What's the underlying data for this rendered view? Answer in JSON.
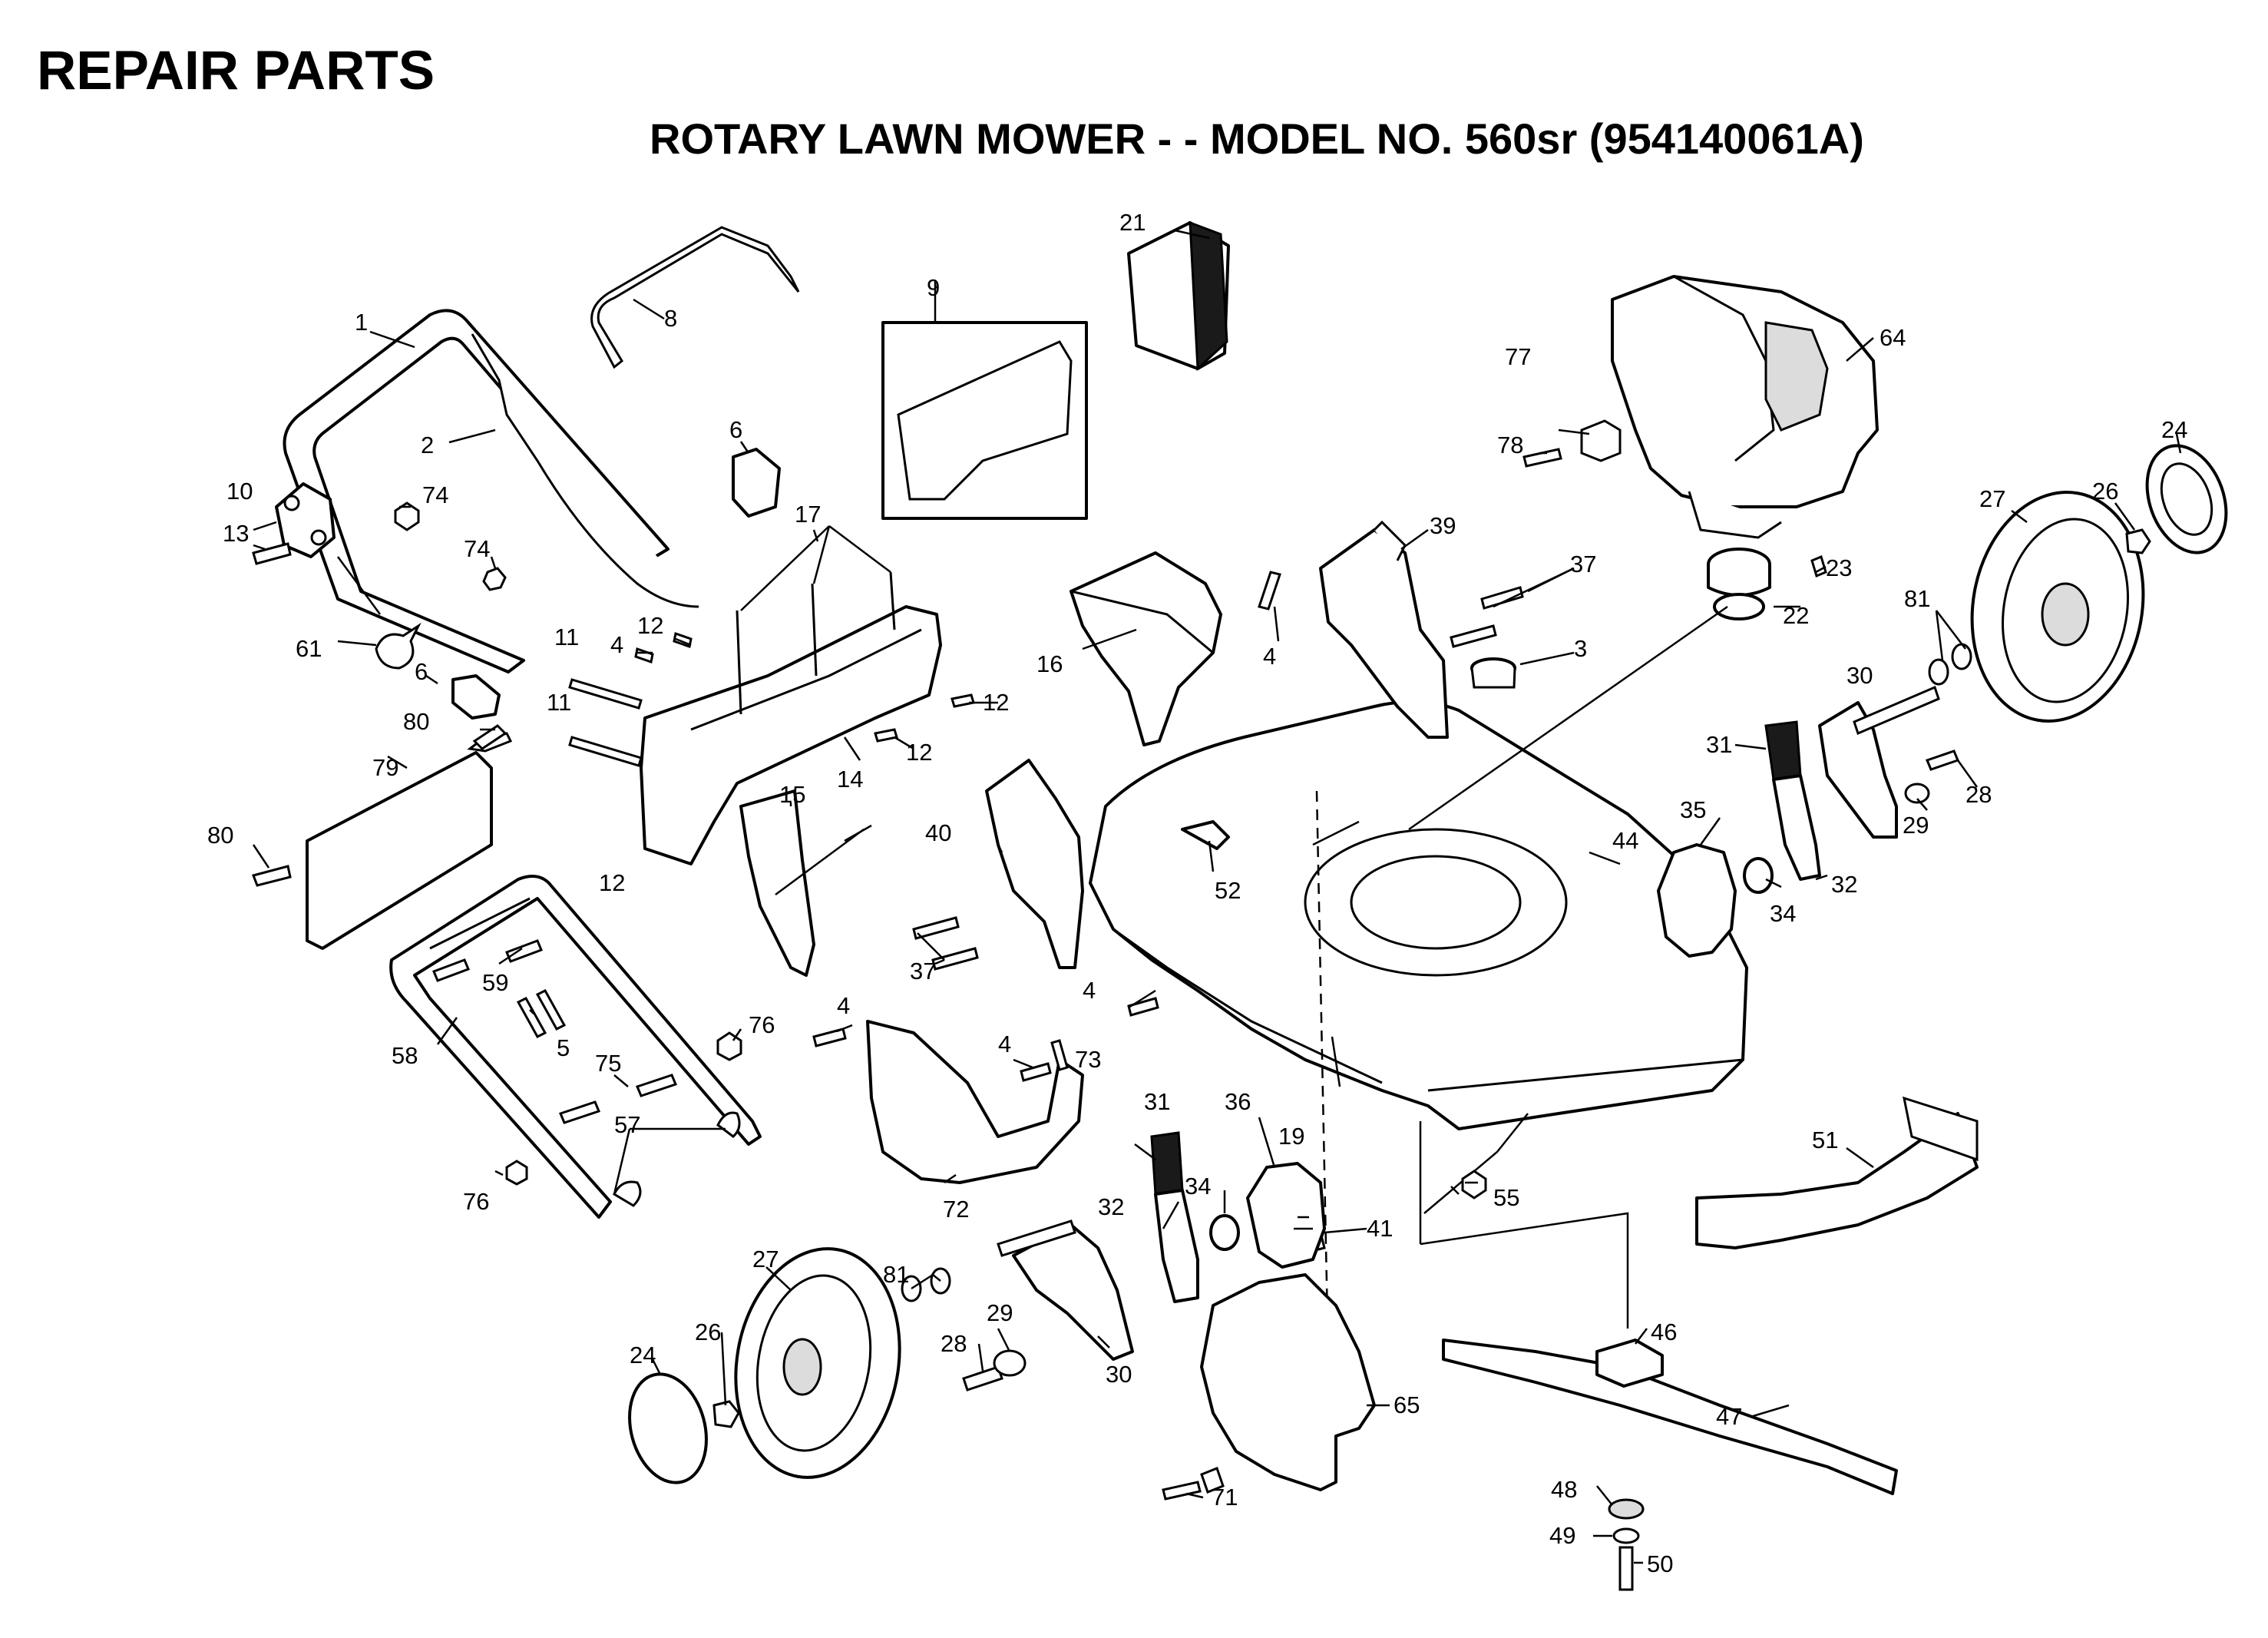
{
  "header": {
    "title": "REPAIR PARTS",
    "subtitle": "ROTARY LAWN MOWER - - MODEL NO. 560sr (954140061A)"
  },
  "callouts": {
    "c1": "1",
    "c2": "2",
    "c3": "3",
    "c4a": "4",
    "c4b": "4",
    "c4c": "4",
    "c4d": "4",
    "c4e": "4",
    "c5": "5",
    "c6a": "6",
    "c6b": "6",
    "c8": "8",
    "c9": "9",
    "c10": "10",
    "c11a": "11",
    "c11b": "11",
    "c12a": "12",
    "c12b": "12",
    "c12c": "12",
    "c12d": "12",
    "c13": "13",
    "c14": "14",
    "c15": "15",
    "c16": "16",
    "c17": "17",
    "c19": "19",
    "c21": "21",
    "c22": "22",
    "c23": "23",
    "c24a": "24",
    "c24b": "24",
    "c26a": "26",
    "c26b": "26",
    "c27a": "27",
    "c27b": "27",
    "c28a": "28",
    "c28b": "28",
    "c29a": "29",
    "c29b": "29",
    "c30a": "30",
    "c30b": "30",
    "c31a": "31",
    "c31b": "31",
    "c32a": "32",
    "c32b": "32",
    "c34a": "34",
    "c34b": "34",
    "c35": "35",
    "c36": "36",
    "c37a": "37",
    "c37b": "37",
    "c39": "39",
    "c40": "40",
    "c41": "41",
    "c44": "44",
    "c46": "46",
    "c47": "47",
    "c48": "48",
    "c49": "49",
    "c50": "50",
    "c51": "51",
    "c52": "52",
    "c55": "55",
    "c57": "57",
    "c58": "58",
    "c59": "59",
    "c61": "61",
    "c64": "64",
    "c65": "65",
    "c71": "71",
    "c72": "72",
    "c73": "73",
    "c74a": "74",
    "c74b": "74",
    "c75": "75",
    "c76a": "76",
    "c76b": "76",
    "c77": "77",
    "c78": "78",
    "c79": "79",
    "c80a": "80",
    "c80b": "80",
    "c81a": "81",
    "c81b": "81"
  }
}
